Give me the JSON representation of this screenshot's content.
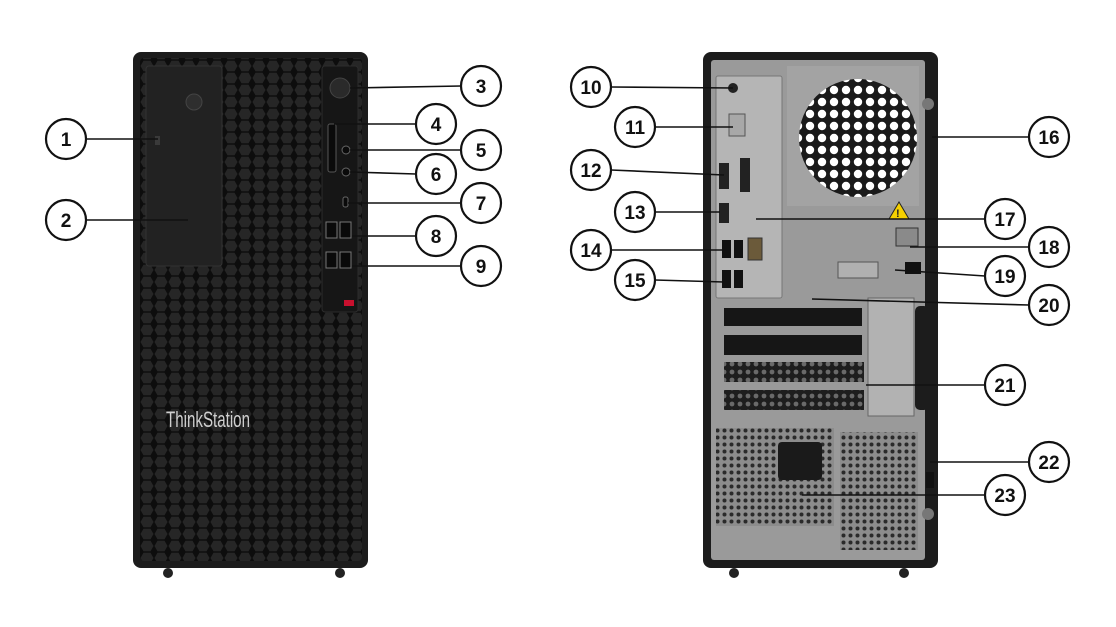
{
  "front": {
    "brand_text": "ThinkStation",
    "logo_color": "#c8102e"
  },
  "callouts": [
    {
      "id": 1,
      "label": "1"
    },
    {
      "id": 2,
      "label": "2"
    },
    {
      "id": 3,
      "label": "3"
    },
    {
      "id": 4,
      "label": "4"
    },
    {
      "id": 5,
      "label": "5"
    },
    {
      "id": 6,
      "label": "6"
    },
    {
      "id": 7,
      "label": "7"
    },
    {
      "id": 8,
      "label": "8"
    },
    {
      "id": 9,
      "label": "9"
    },
    {
      "id": 10,
      "label": "10"
    },
    {
      "id": 11,
      "label": "11"
    },
    {
      "id": 12,
      "label": "12"
    },
    {
      "id": 13,
      "label": "13"
    },
    {
      "id": 14,
      "label": "14"
    },
    {
      "id": 15,
      "label": "15"
    },
    {
      "id": 16,
      "label": "16"
    },
    {
      "id": 17,
      "label": "17"
    },
    {
      "id": 18,
      "label": "18"
    },
    {
      "id": 19,
      "label": "19"
    },
    {
      "id": 20,
      "label": "20"
    },
    {
      "id": 21,
      "label": "21"
    },
    {
      "id": 22,
      "label": "22"
    },
    {
      "id": 23,
      "label": "23"
    }
  ],
  "colors": {
    "chassis": "#1c1c1c",
    "rear_panel": "#9a9a9a",
    "warning": "#f5d000"
  }
}
